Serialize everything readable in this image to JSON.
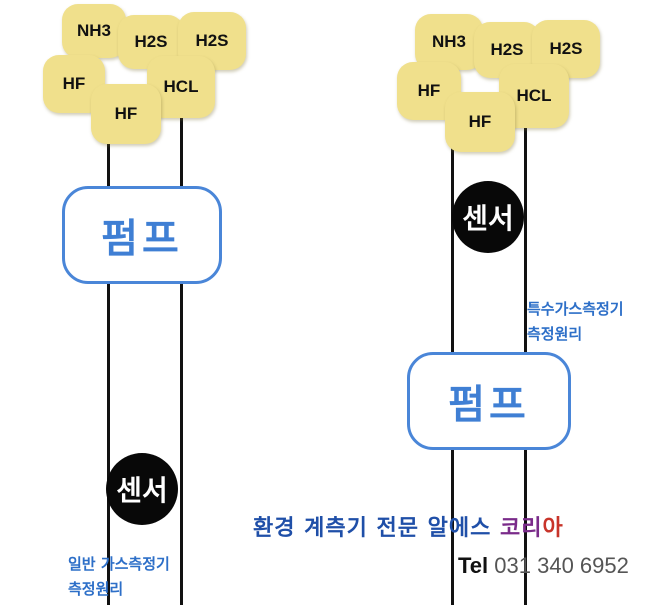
{
  "left_system": {
    "gases": [
      "NH3",
      "H2S",
      "H2S",
      "HF",
      "HCL",
      "HF"
    ],
    "pump_label": "펌프",
    "sensor_label": "센서",
    "caption": [
      "일반 가스측정기",
      "측정원리"
    ]
  },
  "right_system": {
    "gases": [
      "NH3",
      "H2S",
      "H2S",
      "HF",
      "HCL",
      "HF"
    ],
    "pump_label": "펌프",
    "sensor_label": "센서",
    "caption": [
      "특수가스측정기",
      "측정원리"
    ]
  },
  "footer": {
    "company_part1": "환경 계측기 전문 알에스 ",
    "company_part2": "코리",
    "company_part3": "아",
    "tel_label": "Tel",
    "tel_number": "031 340 6952"
  },
  "colors": {
    "gas_blob": "#f0e08c",
    "pump_border": "#4a86d8",
    "pump_text": "#3f7fd4",
    "sensor_fill": "#080808",
    "caption_text": "#2d6fc8",
    "company_blue": "#1f4fa8",
    "company_purple": "#7a2b8a",
    "company_red": "#c8342a"
  }
}
